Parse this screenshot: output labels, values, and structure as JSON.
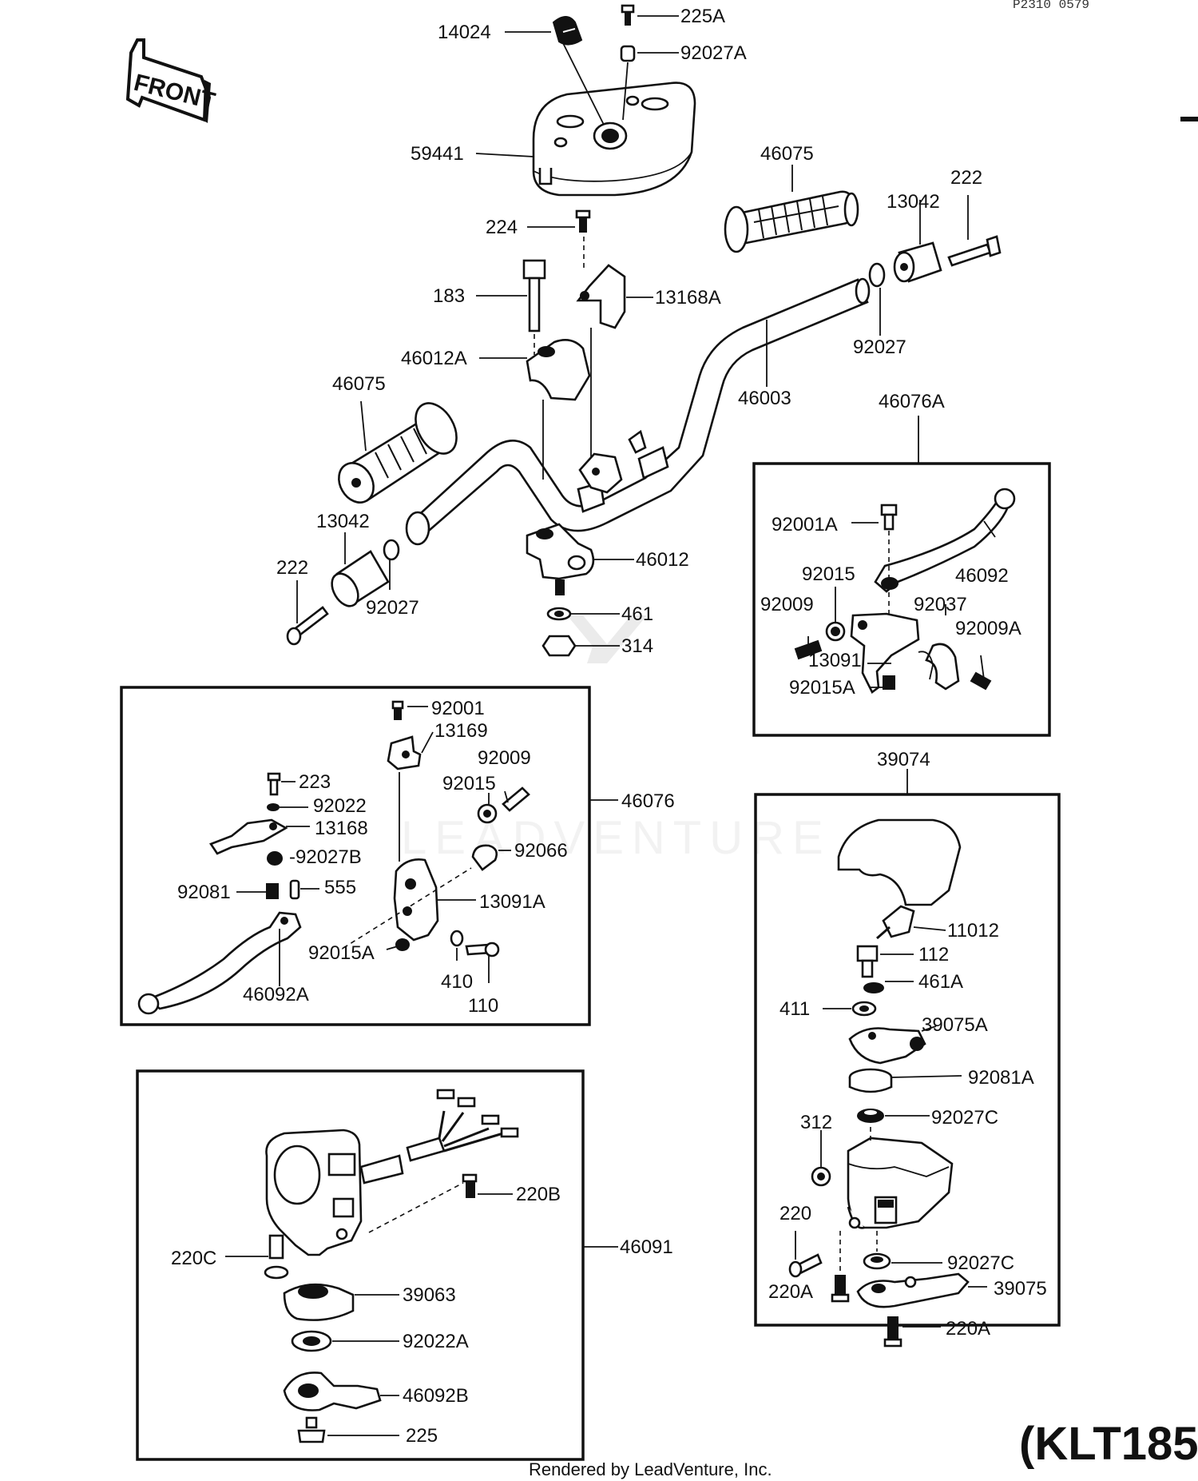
{
  "diagram": {
    "ref_code": "P2310 0579",
    "front_label": "FRONT",
    "model_code": "(KLT185",
    "footer": "Rendered by LeadVenture, Inc.",
    "watermark": "LEADVENTURE"
  },
  "parts": {
    "p14024": "14024",
    "p225A": "225A",
    "p92027A": "92027A",
    "p59441": "59441",
    "p46075_r": "46075",
    "p222_r": "222",
    "p13042_r": "13042",
    "p224": "224",
    "p183": "183",
    "p13168A": "13168A",
    "p92027_r": "92027",
    "p46012A": "46012A",
    "p46075_l": "46075",
    "p46003": "46003",
    "p46076A": "46076A",
    "p13042_l": "13042",
    "p222_l": "222",
    "p92027_l": "92027",
    "p46012": "46012",
    "p461": "461",
    "p314": "314",
    "p92001A": "92001A",
    "p92015": "92015",
    "p46092": "46092",
    "p92009": "92009",
    "p92037": "92037",
    "p92009A": "92009A",
    "p13091": "13091",
    "p92015A_r": "92015A",
    "p92001": "92001",
    "p13169": "13169",
    "p92009_l": "92009",
    "p92015_l": "92015",
    "p46076": "46076",
    "p223": "223",
    "p92022": "92022",
    "p13168": "13168",
    "p92066": "92066",
    "p92027B": "-92027B",
    "p92081": "92081",
    "p555": "555",
    "p13091A": "13091A",
    "p92015A_l": "92015A",
    "p410": "410",
    "p110": "110",
    "p46092A": "46092A",
    "p39074": "39074",
    "p11012": "11012",
    "p112": "112",
    "p461A": "461A",
    "p411": "411",
    "p39075A": "39075A",
    "p92081A": "92081A",
    "p312": "312",
    "p92027C_a": "92027C",
    "p220": "220",
    "p92027C_b": "92027C",
    "p220A_a": "220A",
    "p39075": "39075",
    "p220A_b": "220A",
    "p220B": "220B",
    "p220C": "220C",
    "p46091": "46091",
    "p39063": "39063",
    "p92022A": "92022A",
    "p46092B": "46092B",
    "p225": "225"
  }
}
